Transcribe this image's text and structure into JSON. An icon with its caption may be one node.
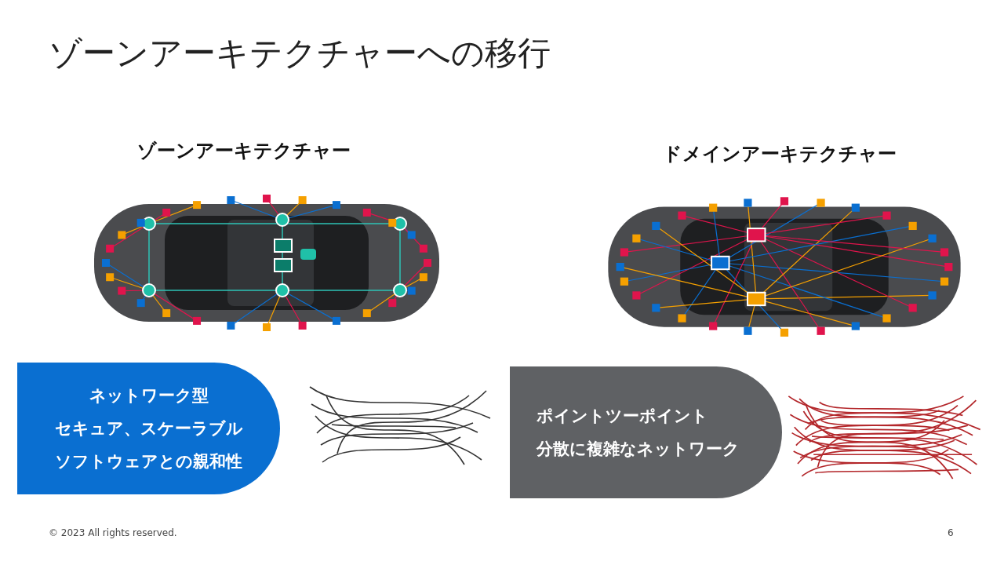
{
  "diagram": {
    "title": "ゾーンアーキテクチャーへの移行",
    "nodes": [
      {
        "text": [
          "ネットワーク型",
          "セキュア、スケーラブル",
          "ソフトウェアとの親和性"
        ]
      },
      {
        "text": [
          "ポイントツーポイント",
          "分散に複雑なネットワーク"
        ]
      }
    ],
    "labels": [
      "ゾーンアーキテクチャー",
      "ドメインアーキテクチャー",
      "© 2023 All rights reserved.",
      "6"
    ]
  }
}
